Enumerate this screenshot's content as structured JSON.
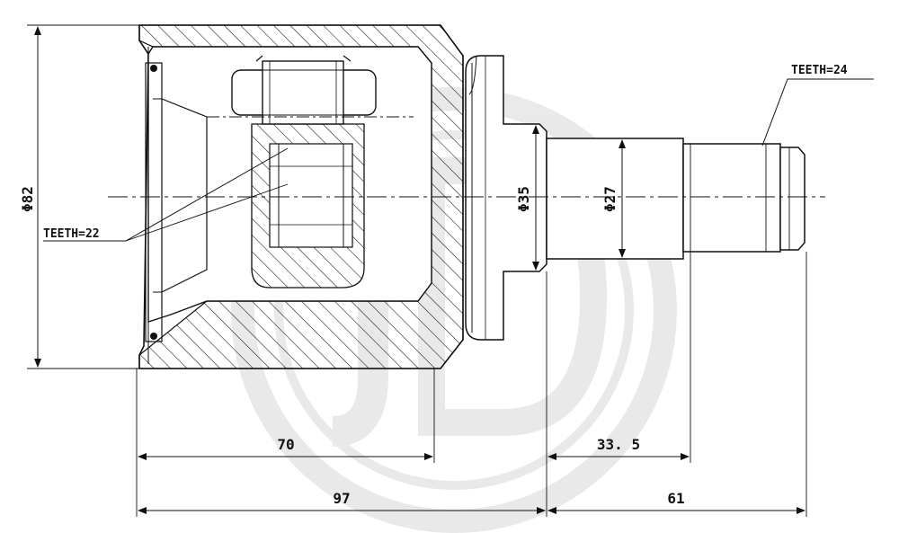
{
  "drawing": {
    "watermark_icon": "jd-logo-watermark",
    "colors": {
      "line": "#111111",
      "watermark": "#d8d8d8",
      "background": "#ffffff"
    },
    "labels": {
      "teeth_inner": "TEETH=22",
      "teeth_outer": "TEETH=24",
      "dia_outer": "Φ82",
      "dia_flange": "Φ35",
      "dia_shaft": "Φ27"
    },
    "dimensions": {
      "d70": "70",
      "d33_5": "33. 5",
      "d97": "97",
      "d61": "61"
    }
  }
}
